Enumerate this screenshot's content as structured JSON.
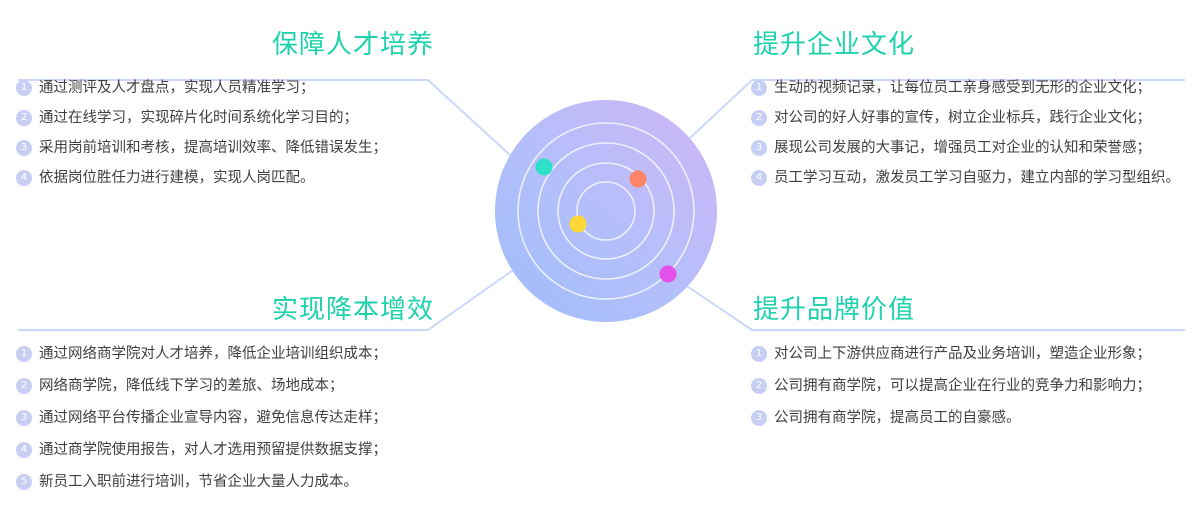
{
  "theme": {
    "title_color": "#1ed2ad",
    "bullet_color": "#c6cef4",
    "line_color": "#ccd8fa",
    "body_text_color": "#3f3f3f",
    "circle_gradient_from": "#a7c0fb",
    "circle_gradient_to": "#cdb8f7",
    "background": "#ffffff"
  },
  "center": {
    "name": "concentric-circle-graphic",
    "ring_count": 4,
    "dots": [
      {
        "id": "dot-cyan",
        "color": "#2fe0c8",
        "label": "保障人才培养"
      },
      {
        "id": "dot-orange",
        "color": "#ff8364",
        "label": "提升企业文化"
      },
      {
        "id": "dot-yellow",
        "color": "#ffd836",
        "label": "实现降本增效"
      },
      {
        "id": "dot-magenta",
        "color": "#e451e8",
        "label": "提升品牌价值"
      }
    ]
  },
  "quadrants": {
    "top_left": {
      "title": "保障人才培养",
      "items": [
        {
          "num": "1",
          "text": "通过测评及人才盘点，实现人员精准学习；"
        },
        {
          "num": "2",
          "text": "通过在线学习，实现碎片化时间系统化学习目的；"
        },
        {
          "num": "3",
          "text": "采用岗前培训和考核，提高培训效率、降低错误发生；"
        },
        {
          "num": "4",
          "text": "依据岗位胜任力进行建模，实现人岗匹配。"
        }
      ]
    },
    "top_right": {
      "title": "提升企业文化",
      "items": [
        {
          "num": "1",
          "text": "生动的视频记录，让每位员工亲身感受到无形的企业文化；"
        },
        {
          "num": "2",
          "text": "对公司的好人好事的宣传，树立企业标兵，践行企业文化；"
        },
        {
          "num": "3",
          "text": "展现公司发展的大事记，增强员工对企业的认知和荣誉感；"
        },
        {
          "num": "4",
          "text": "员工学习互动，激发员工学习自驱力，建立内部的学习型组织。"
        }
      ]
    },
    "bottom_left": {
      "title": "实现降本增效",
      "items": [
        {
          "num": "1",
          "text": "通过网络商学院对人才培养，降低企业培训组织成本；"
        },
        {
          "num": "2",
          "text": "网络商学院，降低线下学习的差旅、场地成本；"
        },
        {
          "num": "3",
          "text": "通过网络平台传播企业宣导内容，避免信息传达走样；"
        },
        {
          "num": "4",
          "text": "通过商学院使用报告，对人才选用预留提供数据支撑；"
        },
        {
          "num": "5",
          "text": "新员工入职前进行培训，节省企业大量人力成本。"
        }
      ]
    },
    "bottom_right": {
      "title": "提升品牌价值",
      "items": [
        {
          "num": "1",
          "text": "对公司上下游供应商进行产品及业务培训，塑造企业形象；"
        },
        {
          "num": "2",
          "text": "公司拥有商学院，可以提高企业在行业的竞争力和影响力；"
        },
        {
          "num": "3",
          "text": "公司拥有商学院，提高员工的自豪感。"
        }
      ]
    }
  }
}
